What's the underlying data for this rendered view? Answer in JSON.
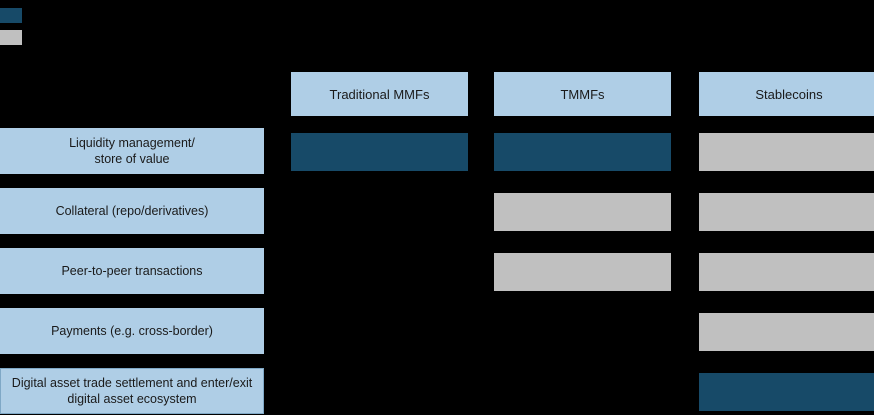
{
  "legend": {
    "items": [
      {
        "swatch": "dark-blue-swatch",
        "color": "#174A68",
        "label": ""
      },
      {
        "swatch": "grey-swatch",
        "color": "#C0C0C0",
        "label": ""
      }
    ]
  },
  "matrix": {
    "columns": [
      {
        "label": "Traditional MMFs"
      },
      {
        "label": "TMMFs"
      },
      {
        "label": "Stablecoins"
      }
    ],
    "rows": [
      {
        "label": "Liquidity management/\nstore of value",
        "label_line1": "Liquidity management/",
        "label_line2": "store of value",
        "cells": [
          "dark",
          "dark",
          "grey"
        ]
      },
      {
        "label": "Collateral (repo/derivatives)",
        "label_line1": "Collateral (repo/derivatives)",
        "label_line2": "",
        "cells": [
          "none",
          "grey",
          "grey"
        ]
      },
      {
        "label": "Peer-to-peer transactions",
        "label_line1": "Peer-to-peer transactions",
        "label_line2": "",
        "cells": [
          "none",
          "grey",
          "grey"
        ]
      },
      {
        "label": "Payments (e.g. cross-border)",
        "label_line1": "Payments (e.g. cross-border)",
        "label_line2": "",
        "cells": [
          "none",
          "none",
          "grey"
        ]
      },
      {
        "label": "Digital asset trade settlement and enter/exit digital asset ecosystem",
        "label_line1": "Digital asset trade settlement and enter/exit",
        "label_line2": "digital asset ecosystem",
        "cells": [
          "none",
          "none",
          "dark"
        ]
      }
    ]
  },
  "colors": {
    "background": "#000000",
    "header_fill": "#AFCEE6",
    "row_label_fill": "#AFCEE6",
    "strong_fill": "#174A68",
    "weak_fill": "#C0C0C0",
    "text": "#1A1A1A"
  }
}
